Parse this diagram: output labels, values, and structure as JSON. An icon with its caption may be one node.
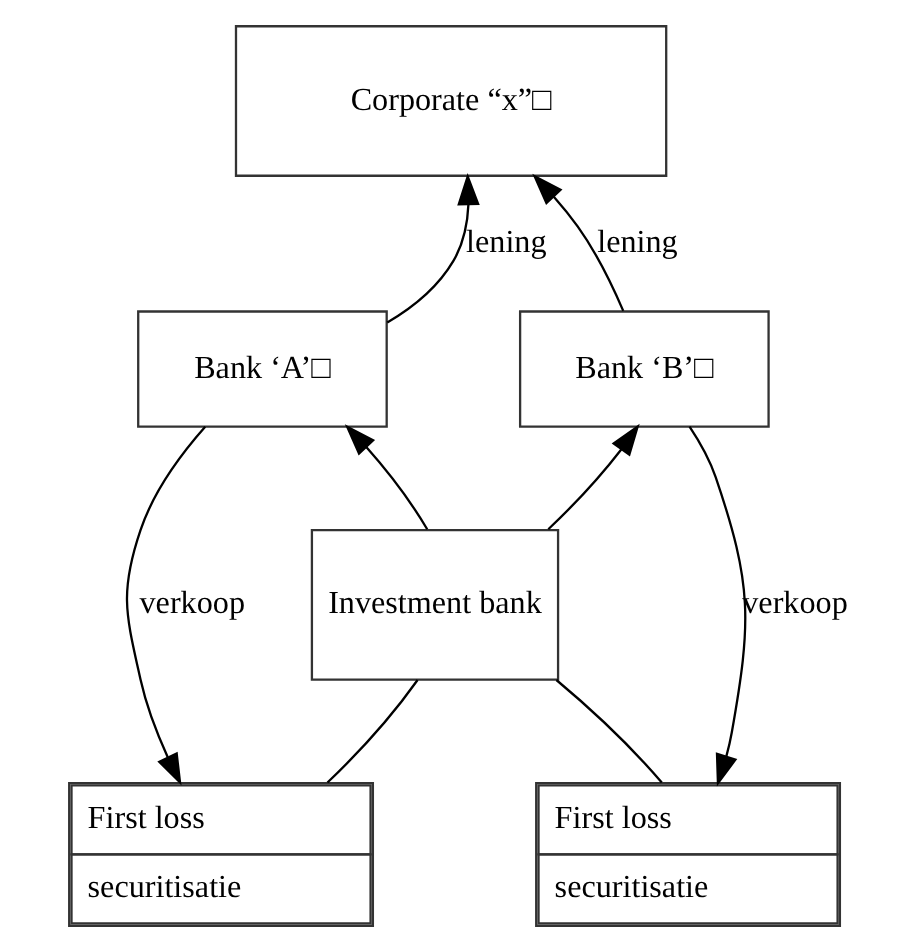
{
  "diagram": {
    "nodes": [
      {
        "text": [
          "Corporate “x”□"
        ]
      },
      {
        "text": [
          "Bank ‘A’□"
        ]
      },
      {
        "text": [
          "Bank ‘B’□"
        ]
      },
      {
        "text": [
          "Investment bank"
        ]
      },
      {
        "text": [
          "First loss",
          "securitisatie"
        ]
      },
      {
        "text": [
          "First loss",
          "securitisatie"
        ]
      }
    ],
    "edges": [
      {
        "from": 1,
        "to": 0,
        "arrow": "to",
        "label": "lening"
      },
      {
        "from": 2,
        "to": 0,
        "arrow": "to",
        "label": "lening"
      },
      {
        "from": 1,
        "to": 4,
        "arrow": "to",
        "label": "verkoop"
      },
      {
        "from": 2,
        "to": 5,
        "arrow": "to",
        "label": "verkoop"
      },
      {
        "from": 3,
        "to": 1,
        "arrow": "to"
      },
      {
        "from": 3,
        "to": 2,
        "arrow": "to"
      },
      {
        "from": 4,
        "to": 3,
        "arrow": "none"
      },
      {
        "from": 5,
        "to": 3,
        "arrow": "none"
      }
    ]
  }
}
